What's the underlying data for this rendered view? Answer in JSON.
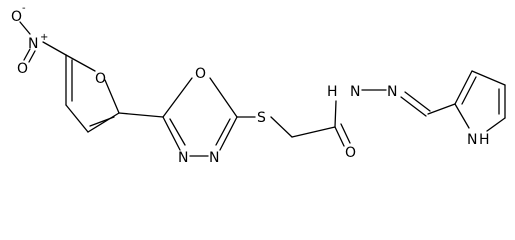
{
  "molecule": {
    "atoms": {
      "o_minus": "O",
      "o_minus_charge": "-",
      "n_plus": "N",
      "n_plus_charge": "+",
      "o_nitro_double": "O",
      "o_furan": "O",
      "o_oxadiazole": "O",
      "s_thioether": "S",
      "n_oxadiazole_left": "N",
      "n_oxadiazole_right": "N",
      "o_carbonyl": "O",
      "nh_hydrazide": "N",
      "nh_hydrazide_h": "H",
      "n_imine": "N",
      "nh_pyrrole": "N",
      "nh_pyrrole_h": "H"
    }
  }
}
